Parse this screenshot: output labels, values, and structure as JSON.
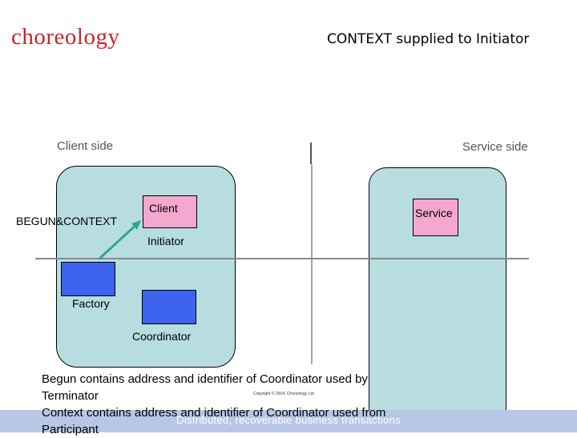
{
  "logo": {
    "text": "choreology"
  },
  "title": "CONTEXT supplied to Initiator",
  "sides": {
    "client": "Client side",
    "service": "Service side"
  },
  "boxes": {
    "client": "Client",
    "initiator": "Initiator",
    "service": "Service",
    "factory": "Factory",
    "coordinator": "Coordinator"
  },
  "message": "BEGUN&CONTEXT",
  "description": {
    "line1": "Begun contains address and identifier of Coordinator used by",
    "line2": "Terminator",
    "line3": "Context contains address and identifier of Coordinator used from",
    "line4": "Participant"
  },
  "copyright": "Copyright © 2004, Choreology Ltd",
  "footer": "Distributed, recoverable business transactions",
  "colors": {
    "brand": "#c8242f",
    "region": "#b8dde0",
    "pink_box": "#f4a8cf",
    "blue_box": "#3c63ee",
    "footer_bar": "#b8c7e5"
  }
}
